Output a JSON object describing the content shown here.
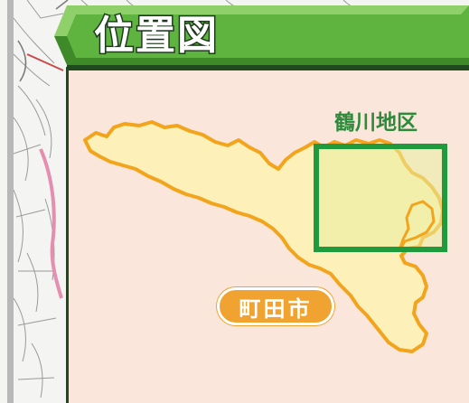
{
  "inset": {
    "title": "位置図",
    "district_label": "鶴川地区",
    "city_label": "町田市"
  },
  "colors": {
    "header_green": "#5fb33f",
    "inset_background": "#fbe6dc",
    "city_fill": "#fdf0b8",
    "city_outline": "#f2a51c",
    "district_frame": "#1f9a3c",
    "badge": "#f0a330"
  }
}
